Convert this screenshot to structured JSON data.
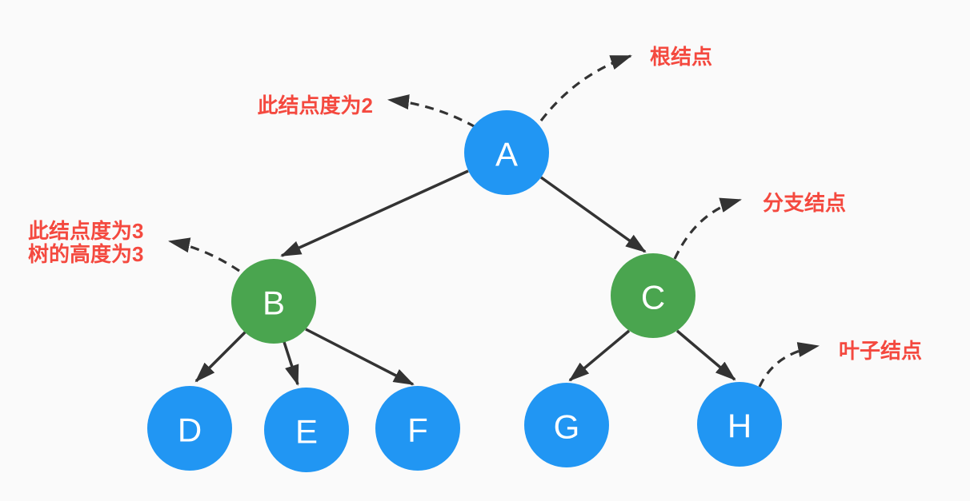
{
  "diagram": {
    "type": "tree",
    "nodes": [
      {
        "label": "A",
        "color_key": "node_blue"
      },
      {
        "label": "B",
        "color_key": "node_green"
      },
      {
        "label": "C",
        "color_key": "node_green"
      },
      {
        "label": "D",
        "color_key": "node_blue"
      },
      {
        "label": "E",
        "color_key": "node_blue"
      },
      {
        "label": "F",
        "color_key": "node_blue"
      },
      {
        "label": "G",
        "color_key": "node_blue"
      },
      {
        "label": "H",
        "color_key": "node_blue"
      }
    ],
    "edges": [
      [
        "A",
        "B"
      ],
      [
        "A",
        "C"
      ],
      [
        "B",
        "D"
      ],
      [
        "B",
        "E"
      ],
      [
        "B",
        "F"
      ],
      [
        "C",
        "G"
      ],
      [
        "C",
        "H"
      ]
    ],
    "annotations": [
      {
        "label": "根结点",
        "points_to": "A"
      },
      {
        "label": "此结点度为2",
        "points_to": "A"
      },
      {
        "lines": [
          "此结点度为3",
          "树的高度为3"
        ],
        "points_to": "B"
      },
      {
        "label": "分支结点",
        "points_to": "C"
      },
      {
        "label": "叶子结点",
        "points_to": "H"
      }
    ]
  },
  "colors": {
    "node_blue": "#2196f3",
    "node_green": "#4aa54f",
    "annotation_red": "#f4493f",
    "edge": "#333333",
    "node_text": "#ffffff",
    "background": "#fafafa"
  }
}
